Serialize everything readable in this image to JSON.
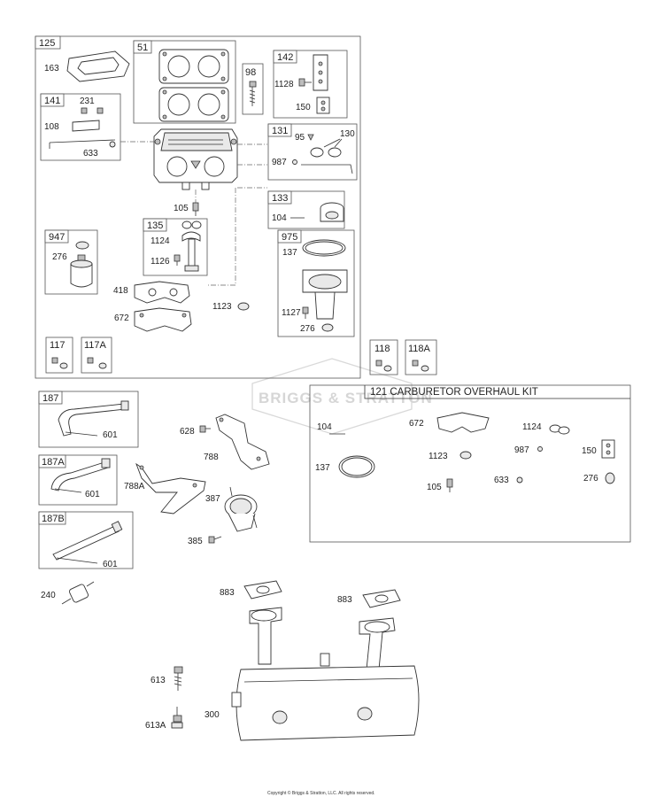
{
  "callouts": {
    "c125": "125",
    "c163": "163",
    "c51": "51",
    "c98": "98",
    "c142": "142",
    "c1128": "1128",
    "c150": "150",
    "c141": "141",
    "c231": "231",
    "c108": "108",
    "c633": "633",
    "c131": "131",
    "c95": "95",
    "c130": "130",
    "c987": "987",
    "c133": "133",
    "c104": "104",
    "c105": "105",
    "c947": "947",
    "c276": "276",
    "c135": "135",
    "c1124": "1124",
    "c1126": "1126",
    "c975": "975",
    "c137": "137",
    "c1127": "1127",
    "c276b": "276",
    "c418": "418",
    "c672": "672",
    "c1123": "1123",
    "c117": "117",
    "c117A": "117A",
    "c118": "118",
    "c118A": "118A",
    "c187": "187",
    "c601a": "601",
    "c187A": "187A",
    "c601b": "601",
    "c187B": "187B",
    "c601c": "601",
    "c628": "628",
    "c788": "788",
    "c788A": "788A",
    "c387": "387",
    "c385": "385",
    "c240": "240",
    "c883a": "883",
    "c883b": "883",
    "c613": "613",
    "c613A": "613A",
    "c300": "300"
  },
  "kit": {
    "title": "121 CARBURETOR OVERHAUL KIT",
    "items": {
      "k104": "104",
      "k672": "672",
      "k1124": "1124",
      "k137": "137",
      "k1123": "1123",
      "k987": "987",
      "k150": "150",
      "k105": "105",
      "k633": "633",
      "k276": "276"
    }
  },
  "watermark": "BRIGGS & STRATTON",
  "copyright": "Copyright © Briggs & Stratton, LLC. All rights reserved."
}
